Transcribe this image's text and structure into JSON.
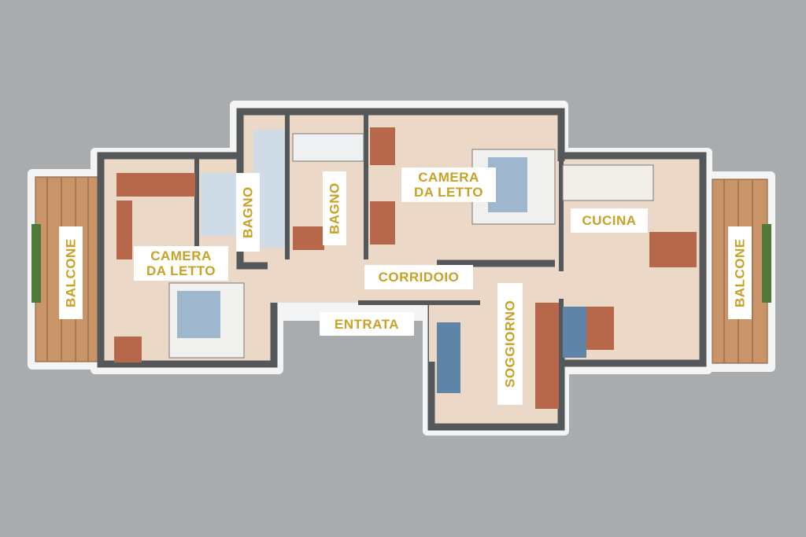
{
  "rooms": {
    "bedroom_main_line1": "CAMERA",
    "bedroom_main_line2": "DA LETTO",
    "bath1": "BAGNO",
    "bath2": "BAGNO",
    "bedroom_left_line1": "CAMERA",
    "bedroom_left_line2": "DA LETTO",
    "kitchen": "CUCINA",
    "corridor": "CORRIDOIO",
    "entrance": "ENTRATA",
    "living": "SOGGIORNO",
    "balcony_left": "BALCONE",
    "balcony_right": "BALCONE"
  },
  "colors": {
    "label_text": "#c9a124",
    "background": "#a8acaf",
    "floor": "#ecd8c7",
    "wall": "#55585a",
    "wood": "#c99468"
  }
}
